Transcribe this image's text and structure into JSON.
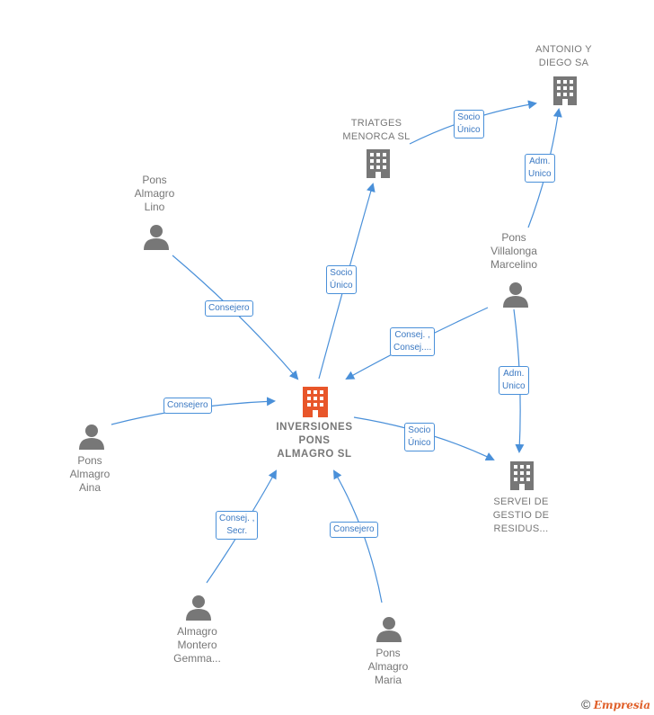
{
  "nodes": {
    "main": {
      "label": "INVERSIONES\nPONS\nALMAGRO  SL"
    },
    "antonio": {
      "label": "ANTONIO Y\nDIEGO SA"
    },
    "triatges": {
      "label": "TRIATGES\nMENORCA SL"
    },
    "servei": {
      "label": "SERVEI DE\nGESTIO DE\nRESIDUS..."
    },
    "lino": {
      "label": "Pons\nAlmagro\nLino"
    },
    "marcelino": {
      "label": "Pons\nVillalonga\nMarcelino"
    },
    "aina": {
      "label": "Pons\nAlmagro\nAina"
    },
    "gemma": {
      "label": "Almagro\nMontero\nGemma..."
    },
    "maria": {
      "label": "Pons\nAlmagro\nMaria"
    }
  },
  "edges": {
    "lino_main": "Consejero",
    "aina_main": "Consejero",
    "gemma_main": "Consej. ,\nSecr.",
    "maria_main": "Consejero",
    "marcelino_main": "Consej. ,\nConsej....",
    "main_triatges": "Socio\nÚnico",
    "triatges_antonio": "Socio\nÚnico",
    "marcelino_antonio": "Adm.\nUnico",
    "marcelino_servei": "Adm.\nUnico",
    "main_servei": "Socio\nÚnico"
  },
  "colors": {
    "edge": "#4a90d9",
    "main_icon": "#e8562a",
    "icon": "#777777"
  },
  "footer": {
    "copyright": "©",
    "brand": "Empresia"
  }
}
